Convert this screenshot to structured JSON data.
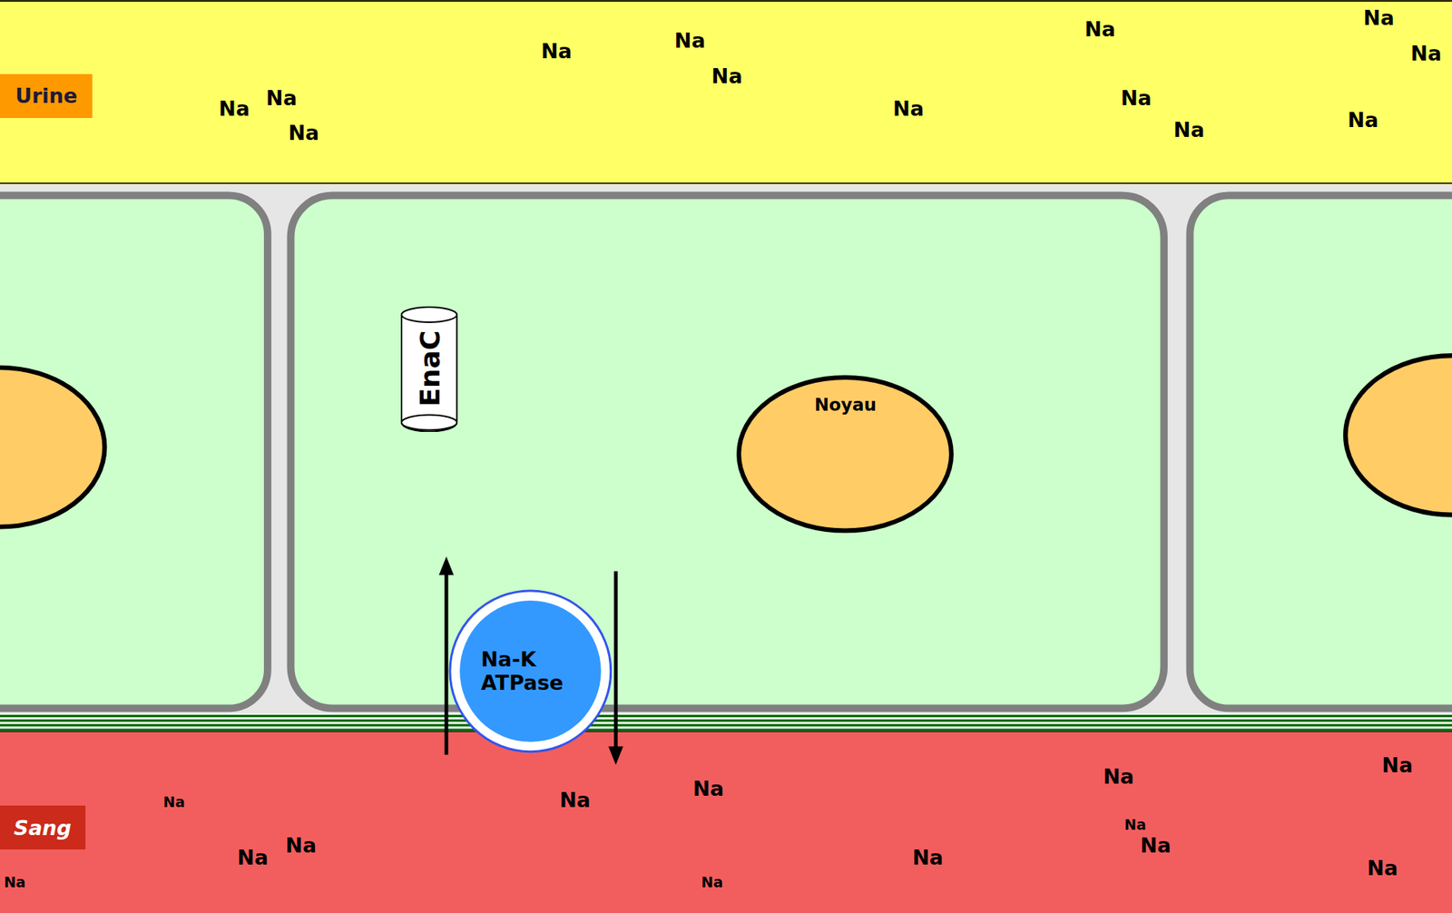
{
  "diagram": {
    "nodes": [
      {
        "text": [
          "Urine"
        ]
      },
      {
        "text": [
          "EnaC"
        ]
      },
      {
        "text": [
          "Noyau"
        ]
      },
      {
        "text": [
          "Na-K ATPase"
        ]
      },
      {
        "text": [
          "Sang"
        ]
      }
    ],
    "labels": [
      "Na",
      "Na",
      "Na",
      "Na",
      "Na",
      "Na",
      "Na",
      "Na",
      "Na",
      "Na",
      "Na",
      "Na",
      "Na",
      "Na",
      "Na",
      "Na",
      "Na",
      "Na",
      "Na",
      "Na",
      "Na",
      "Na",
      "Na",
      "Na",
      "Na",
      "Na"
    ]
  }
}
